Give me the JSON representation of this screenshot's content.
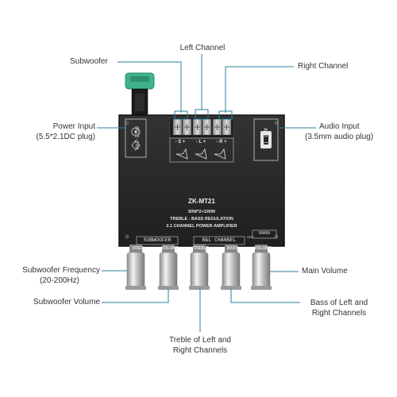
{
  "colors": {
    "board": "#2a2a2a",
    "board_edge": "#111111",
    "print": "#e6e6e6",
    "leader": "#2b7f9e",
    "knob": "#c8c8c8",
    "dc_jack": "#3fb28b"
  },
  "board": {
    "model": "ZK-MT21",
    "spec_line": "50W*2+100W",
    "regulation_line": "TREBLE - BASS REGULATION",
    "amp_line": "2.1 CHANNEL POWER AMPLIFIER",
    "dc_label": "DC12-24V",
    "aux_label": "AUX-IN",
    "subwoofer_section": "SUBWOOFER",
    "rl_section": "R&L CHANNEL",
    "main_section": "MAIN",
    "off_label": "OFF",
    "knob_labels": [
      "FREQ",
      "VOLUME",
      "TREBLE",
      "BASS",
      "VOLUME"
    ],
    "terminal_sub": "- S +",
    "terminal_left": "- L +",
    "terminal_right": "- R +"
  },
  "callouts": {
    "subwoofer": "Subwoofer",
    "left_channel": "Left Channel",
    "right_channel": "Right Channel",
    "power_input_title": "Power Input",
    "power_input_detail": "(5.5*2.1DC plug)",
    "audio_input_title": "Audio Input",
    "audio_input_detail": "(3.5mm audio plug)",
    "sub_freq_title": "Subwoofer Frequency",
    "sub_freq_detail": "(20-200Hz)",
    "sub_volume": "Subwoofer Volume",
    "main_volume": "Main Volume",
    "bass_title": "Bass of Left and",
    "bass_detail": "Right Channels",
    "treble_title": "Treble of Left and",
    "treble_detail": "Right Channels"
  }
}
